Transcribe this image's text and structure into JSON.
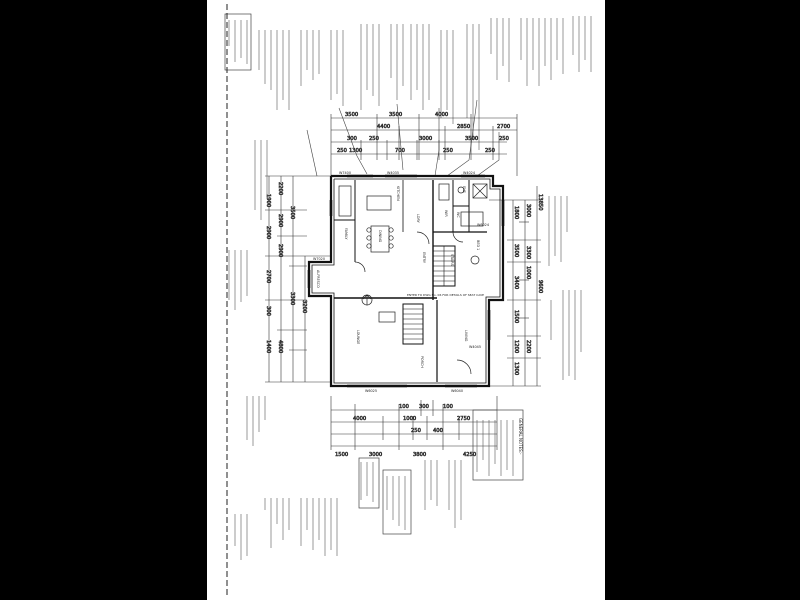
{
  "dimensions": {
    "top": [
      "3500",
      "3500",
      "4000",
      "4400",
      "2850",
      "2700",
      "1300",
      "700",
      "3000",
      "3500",
      "300",
      "250",
      "250",
      "250",
      "250",
      "250"
    ],
    "bottom": [
      "1500",
      "3000",
      "3800",
      "4250",
      "4000",
      "1000",
      "2750",
      "300",
      "400",
      "250",
      "100",
      "100"
    ],
    "left": [
      "1900",
      "2900",
      "2700",
      "300",
      "1400",
      "2200",
      "2900",
      "2900",
      "3500",
      "3300",
      "3200",
      "4800"
    ],
    "right": [
      "1800",
      "3500",
      "3400",
      "1500",
      "9600",
      "3000",
      "3300",
      "1000",
      "2200",
      "1200",
      "1300",
      "13850"
    ]
  },
  "plan_labels": {
    "entry_note": "ENTER TO DWG No. 06 FOR DETAILS OF SEAT CAVE",
    "window_codes": [
      "W7400",
      "W4035",
      "W4024",
      "W6025",
      "W6040",
      "W7020",
      "W4045",
      "W6024"
    ],
    "room_tags": [
      "LOUNGE",
      "DINING",
      "KITCHEN",
      "FAMILY",
      "LIVING",
      "BED 1",
      "ENS",
      "WIR",
      "ALFRESCO",
      "ENTRY",
      "STAIRS",
      "WC",
      "LDRY",
      "PORCH"
    ]
  },
  "general_notes": {
    "heading": "GENERAL NOTES:-"
  },
  "icons": {
    "north": "north-arrow-icon"
  }
}
